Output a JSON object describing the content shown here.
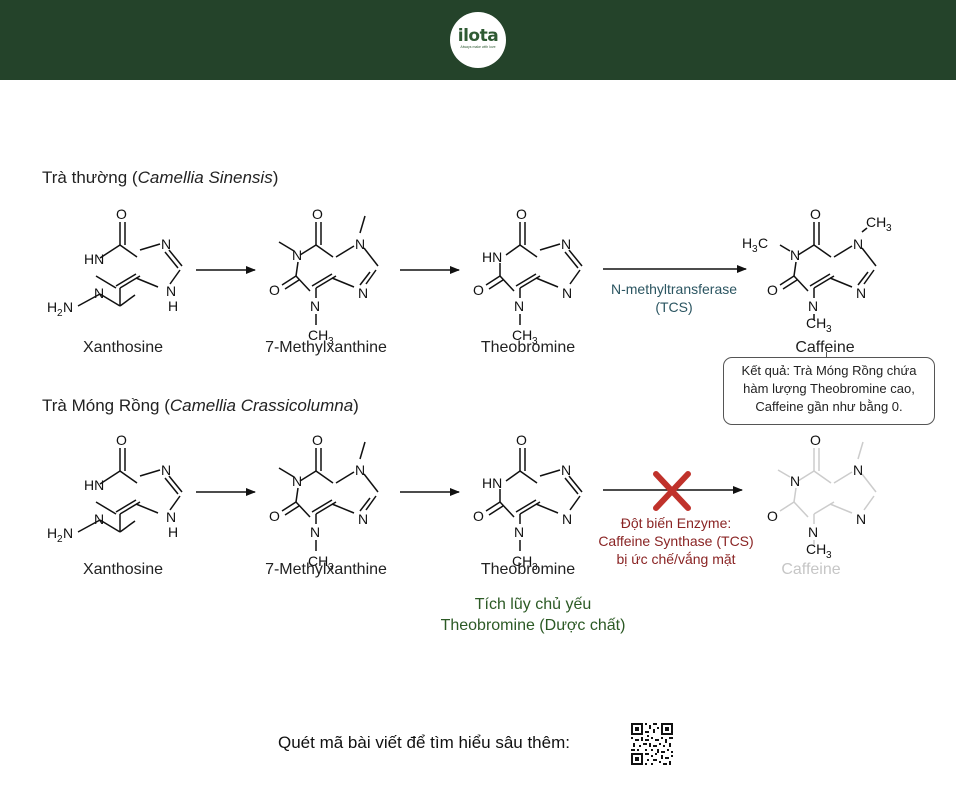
{
  "logo": {
    "word": "ilota",
    "tagline": "Always make with love"
  },
  "row1": {
    "title_prefix": "Trà thường (",
    "title_species": "Camellia Sinensis",
    "title_suffix": ")",
    "compounds": [
      "Xanthosine",
      "7-Methylxanthine",
      "Theobromine",
      "Caffeine"
    ],
    "enzyme_line1": "N-methyltransferase",
    "enzyme_line2": "(TCS)"
  },
  "note": {
    "line1": "Kết quả: Trà Móng Rồng chứa",
    "line2": "hàm lượng Theobromine cao,",
    "line3": "Caffeine gần như bằng 0."
  },
  "row2": {
    "title_prefix": "Trà Móng Rồng (",
    "title_species": "Camellia Crassicolumna",
    "title_suffix": ")",
    "compounds": [
      "Xanthosine",
      "7-Methylxanthine",
      "Theobromine",
      "Caffeine"
    ],
    "mutation_line1": "Đột biến Enzyme:",
    "mutation_line2": "Caffeine Synthase (TCS)",
    "mutation_line3": "bị ức chế/vắng mặt",
    "accum_line1": "Tích lũy chủ yếu",
    "accum_line2": "Theobromine (Dược chất)"
  },
  "atoms": {
    "O": "O",
    "N": "N",
    "H": "H",
    "HN": "HN",
    "NH": "NH",
    "H2N_main": "H",
    "H2N_sub": "2",
    "H2N_end": "N",
    "CH3_main": "CH",
    "CH3_sub": "3",
    "H3C_main": "H",
    "H3C_sub": "3",
    "H3C_end": "C"
  },
  "footer": {
    "text": "Quét mã bài viết để tìm hiểu sâu thêm:"
  },
  "colors": {
    "header": "#24432a",
    "enzyme": "#2b5561",
    "mutation": "#8a2424",
    "accumulate": "#2c5a25",
    "cross": "#c0322b"
  }
}
